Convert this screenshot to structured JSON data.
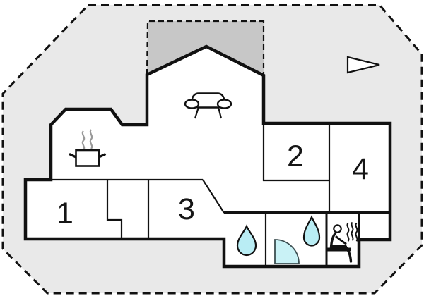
{
  "plan": {
    "rooms": {
      "r1": "1",
      "r2": "2",
      "r3": "3",
      "r4": "4"
    },
    "icons": {
      "sofa": "sofa-icon",
      "stove": "cooking-pot-steam-icon",
      "wc_drop": "water-drop-icon",
      "bath_drop": "water-drop-icon",
      "shower": "shower-quarter-circle-icon",
      "sauna": "sauna-person-icon",
      "north_arrow": "direction-arrow-icon"
    },
    "colors": {
      "plot_bg": "#e9e9e9",
      "terrace_bg": "#c7c7c7",
      "wall": "#111111",
      "water_fill": "#b9edf4",
      "shower_fill": "#c9f2f6",
      "steam": "#999999"
    }
  }
}
